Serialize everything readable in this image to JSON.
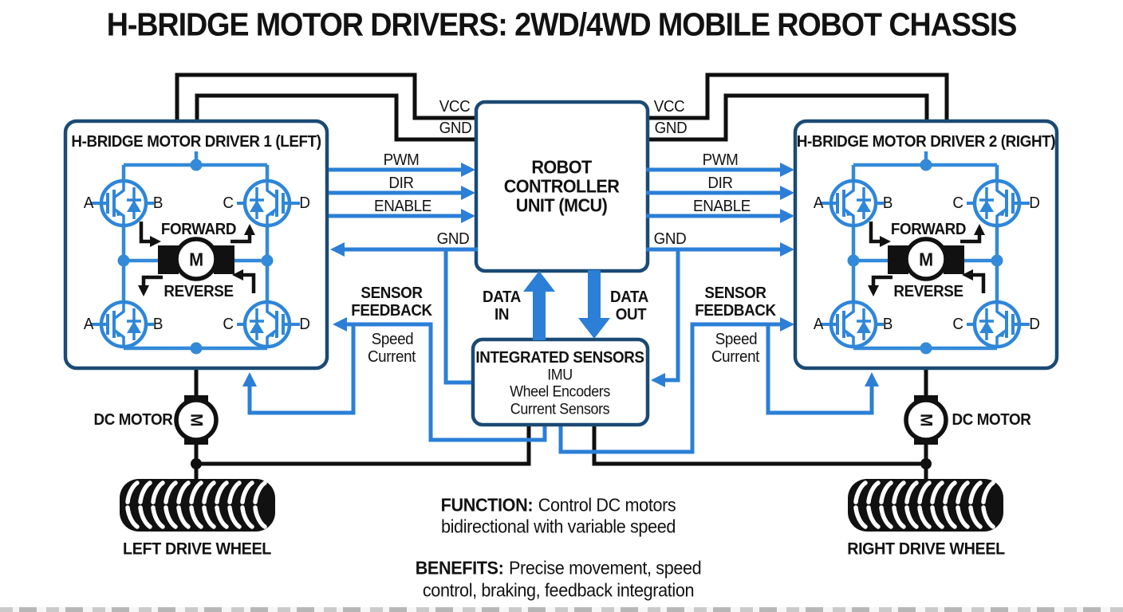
{
  "title": "H-BRIDGE MOTOR DRIVERS: 2WD/4WD MOBILE ROBOT CHASSIS",
  "drivers": {
    "left": {
      "title": "H-BRIDGE MOTOR DRIVER 1 (LEFT)"
    },
    "right": {
      "title": "H-BRIDGE MOTOR DRIVER 2 (RIGHT)"
    },
    "transistor_labels": [
      "A",
      "B",
      "C",
      "D"
    ],
    "forward_label": "FORWARD",
    "reverse_label": "REVERSE",
    "motor_symbol": "M"
  },
  "mcu": {
    "line1": "ROBOT",
    "line2": "CONTROLLER",
    "line3": "UNIT (MCU)"
  },
  "power_labels": {
    "vcc": "VCC",
    "gnd": "GND"
  },
  "signal_labels": {
    "pwm": "PWM",
    "dir": "DIR",
    "enable": "ENABLE",
    "gnd": "GND"
  },
  "feedback": {
    "title_line1": "SENSOR",
    "title_line2": "FEEDBACK",
    "item1": "Speed",
    "item2": "Current"
  },
  "data_flow": {
    "in_line1": "DATA",
    "in_line2": "IN",
    "out_line1": "DATA",
    "out_line2": "OUT"
  },
  "sensors": {
    "title": "INTEGRATED SENSORS",
    "items": [
      "IMU",
      "Wheel Encoders",
      "Current Sensors"
    ]
  },
  "dc_motor": {
    "label": "DC MOTOR",
    "symbol": "M"
  },
  "wheels": {
    "left": "LEFT DRIVE WHEEL",
    "right": "RIGHT DRIVE WHEEL"
  },
  "notes": {
    "function_label": "FUNCTION:",
    "function_line1": "Control DC motors",
    "function_line2": "bidirectional with variable speed",
    "benefits_label": "BENEFITS:",
    "benefits_line1": "Precise movement, speed",
    "benefits_line2": "control, braking, feedback integration"
  },
  "colors": {
    "blue": "#2b7fd6",
    "circuit_blue": "#338ad8",
    "dark_blue": "#1b4a74",
    "black": "#0f0f0f"
  }
}
